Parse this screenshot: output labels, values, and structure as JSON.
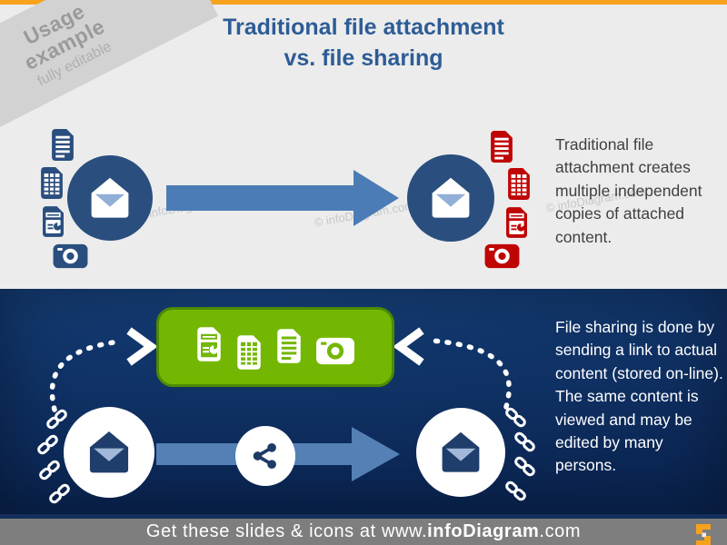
{
  "ribbon": {
    "line1": "Usage",
    "line2": "example",
    "line3": "fully editable"
  },
  "title": {
    "line1": "Traditional file attachment",
    "line2": "vs. file sharing"
  },
  "watermark": "© infoDiagram.com",
  "sections": {
    "traditional": {
      "description": "Traditional file attachment creates multiple independent copies of attached content.",
      "sender_icons": [
        "document",
        "spreadsheet",
        "report",
        "camera"
      ],
      "recipient_icons": [
        "document",
        "spreadsheet",
        "report",
        "camera"
      ]
    },
    "sharing": {
      "description": "File sharing is done by sending a link to actual content (stored on-line). The same content is viewed and may be edited by many persons.",
      "shared_icons": [
        "report",
        "spreadsheet",
        "document",
        "camera"
      ]
    }
  },
  "footer": {
    "prefix": "Get these slides & icons at www.",
    "brand": "infoDiagram",
    "suffix": ".com"
  },
  "colors": {
    "accent_orange": "#F6A21D",
    "navy_background": "#11356A",
    "navy_icon": "#2A4E7E",
    "red_icon": "#C00505",
    "green_panel": "#73B703",
    "green_border": "#4F8A00",
    "arrow_blue": "#4C7CB6",
    "title_blue": "#2D5C96",
    "footer_gray": "#7E7E7E"
  }
}
